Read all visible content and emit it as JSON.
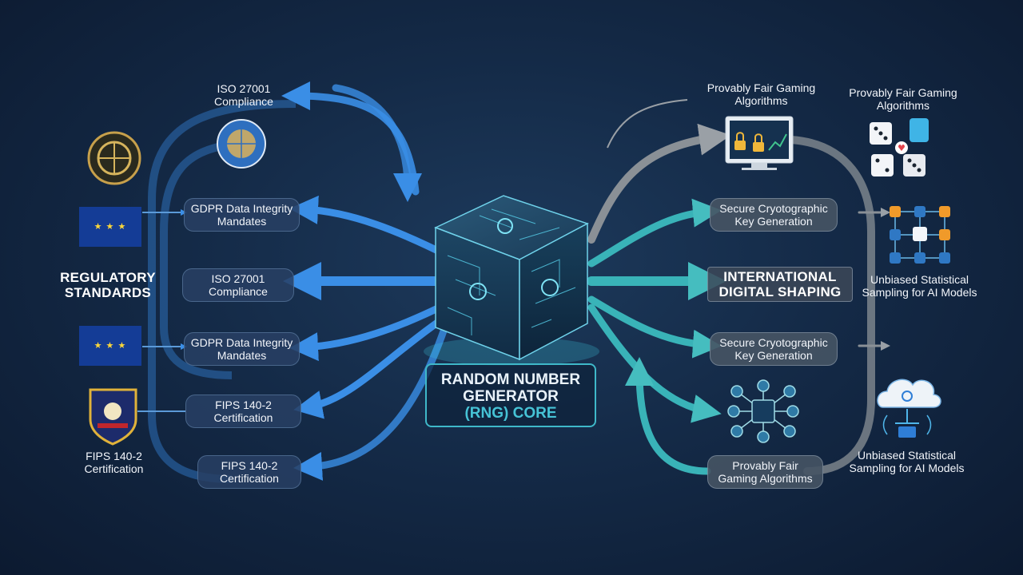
{
  "core": {
    "line1": "RANDOM NUMBER",
    "line2": "GENERATOR",
    "line3": "(RNG) CORE"
  },
  "left": {
    "section_title_1": "REGULATORY",
    "section_title_2": "STANDARDS",
    "iso_top": "ISO 27001 Compliance",
    "gdpr_1": "GDPR Data Integrity Mandates",
    "iso_mid": "ISO 27001 Compliance",
    "gdpr_2": "GDPR Data Integrity Mandates",
    "fips_1": "FIPS 140-2 Certification",
    "fips_2": "FIPS 140-2 Certification",
    "fips_icon_label": "FIPS 140-2 Certification"
  },
  "right": {
    "pfga_top": "Provably Fair Gaming Algorithms",
    "pfga_far": "Provably Fair Gaming Algorithms",
    "skg_1": "Secure Cryotographic Key Generation",
    "section_title_1": "INTERNATIONAL",
    "section_title_2": "DIGITAL SHAPING",
    "ubs_1": "Unbiased Statistical Sampling for AI Models",
    "skg_2": "Secure Cryotographic Key Generation",
    "pfga_bottom": "Provably Fair Gaming Algorithms",
    "ubs_2": "Unbiased Statistical Sampling for AI Models"
  },
  "icons": {
    "un_emblem": "un-emblem-icon",
    "eu_flag": "eu-flag-icon",
    "us_seal": "us-seal-icon",
    "padlock_monitor": "padlock-monitor-icon",
    "dice": "dice-icon",
    "network": "network-icon",
    "cloud": "cloud-icon",
    "cube": "rng-cube-icon"
  },
  "colors": {
    "blue_flow": "#2f7fd6",
    "teal_flow": "#39b3b8",
    "grey_flow": "#8a9096",
    "accent": "#46c3d6",
    "eu_blue": "#143c96",
    "eu_star": "#ffd83a"
  }
}
